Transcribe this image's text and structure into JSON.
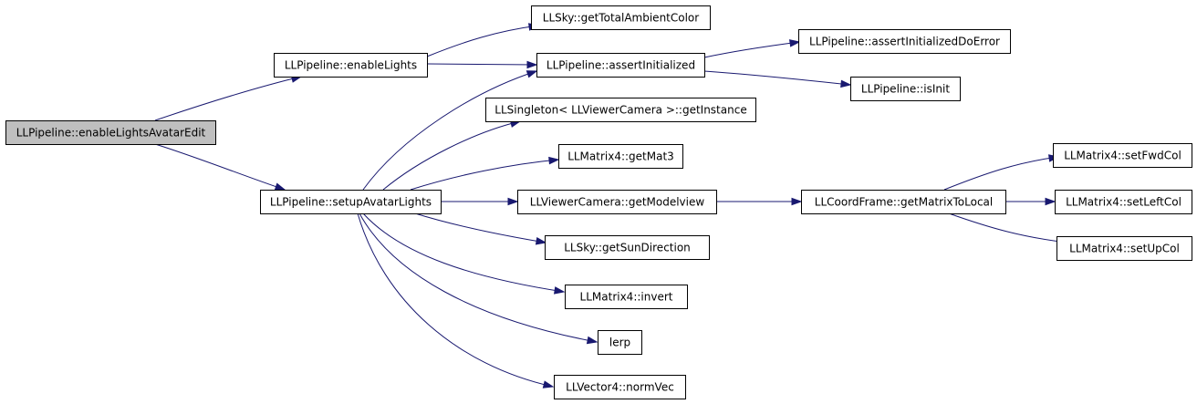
{
  "diagram": {
    "nodes": [
      {
        "id": "n0",
        "label": "LLPipeline::enableLightsAvatarEdit",
        "root": true
      },
      {
        "id": "n1",
        "label": "LLPipeline::enableLights"
      },
      {
        "id": "n2",
        "label": "LLPipeline::setupAvatarLights"
      },
      {
        "id": "n3",
        "label": "LLSky::getTotalAmbientColor"
      },
      {
        "id": "n4",
        "label": "LLPipeline::assertInitialized"
      },
      {
        "id": "n5",
        "label": "LLPipeline::assertInitializedDoError"
      },
      {
        "id": "n6",
        "label": "LLPipeline::isInit"
      },
      {
        "id": "n7",
        "label": "LLSingleton< LLViewerCamera >::getInstance"
      },
      {
        "id": "n8",
        "label": "LLMatrix4::getMat3"
      },
      {
        "id": "n9",
        "label": "LLViewerCamera::getModelview"
      },
      {
        "id": "n10",
        "label": "LLCoordFrame::getMatrixToLocal"
      },
      {
        "id": "n11",
        "label": "LLMatrix4::setFwdCol"
      },
      {
        "id": "n12",
        "label": "LLMatrix4::setLeftCol"
      },
      {
        "id": "n13",
        "label": "LLMatrix4::setUpCol"
      },
      {
        "id": "n14",
        "label": "LLSky::getSunDirection"
      },
      {
        "id": "n15",
        "label": "LLMatrix4::invert"
      },
      {
        "id": "n16",
        "label": "lerp"
      },
      {
        "id": "n17",
        "label": "LLVector4::normVec"
      }
    ],
    "edges": [
      {
        "from": "n0",
        "to": "n1"
      },
      {
        "from": "n0",
        "to": "n2"
      },
      {
        "from": "n1",
        "to": "n3"
      },
      {
        "from": "n1",
        "to": "n4"
      },
      {
        "from": "n4",
        "to": "n5"
      },
      {
        "from": "n4",
        "to": "n6"
      },
      {
        "from": "n2",
        "to": "n4"
      },
      {
        "from": "n2",
        "to": "n7"
      },
      {
        "from": "n2",
        "to": "n8"
      },
      {
        "from": "n2",
        "to": "n9"
      },
      {
        "from": "n2",
        "to": "n14"
      },
      {
        "from": "n2",
        "to": "n15"
      },
      {
        "from": "n2",
        "to": "n16"
      },
      {
        "from": "n2",
        "to": "n17"
      },
      {
        "from": "n9",
        "to": "n10"
      },
      {
        "from": "n10",
        "to": "n11"
      },
      {
        "from": "n10",
        "to": "n12"
      },
      {
        "from": "n10",
        "to": "n13"
      }
    ],
    "colors": {
      "edge": "#191970",
      "root_fill": "#bfbfbf",
      "node_fill": "#ffffff"
    }
  }
}
